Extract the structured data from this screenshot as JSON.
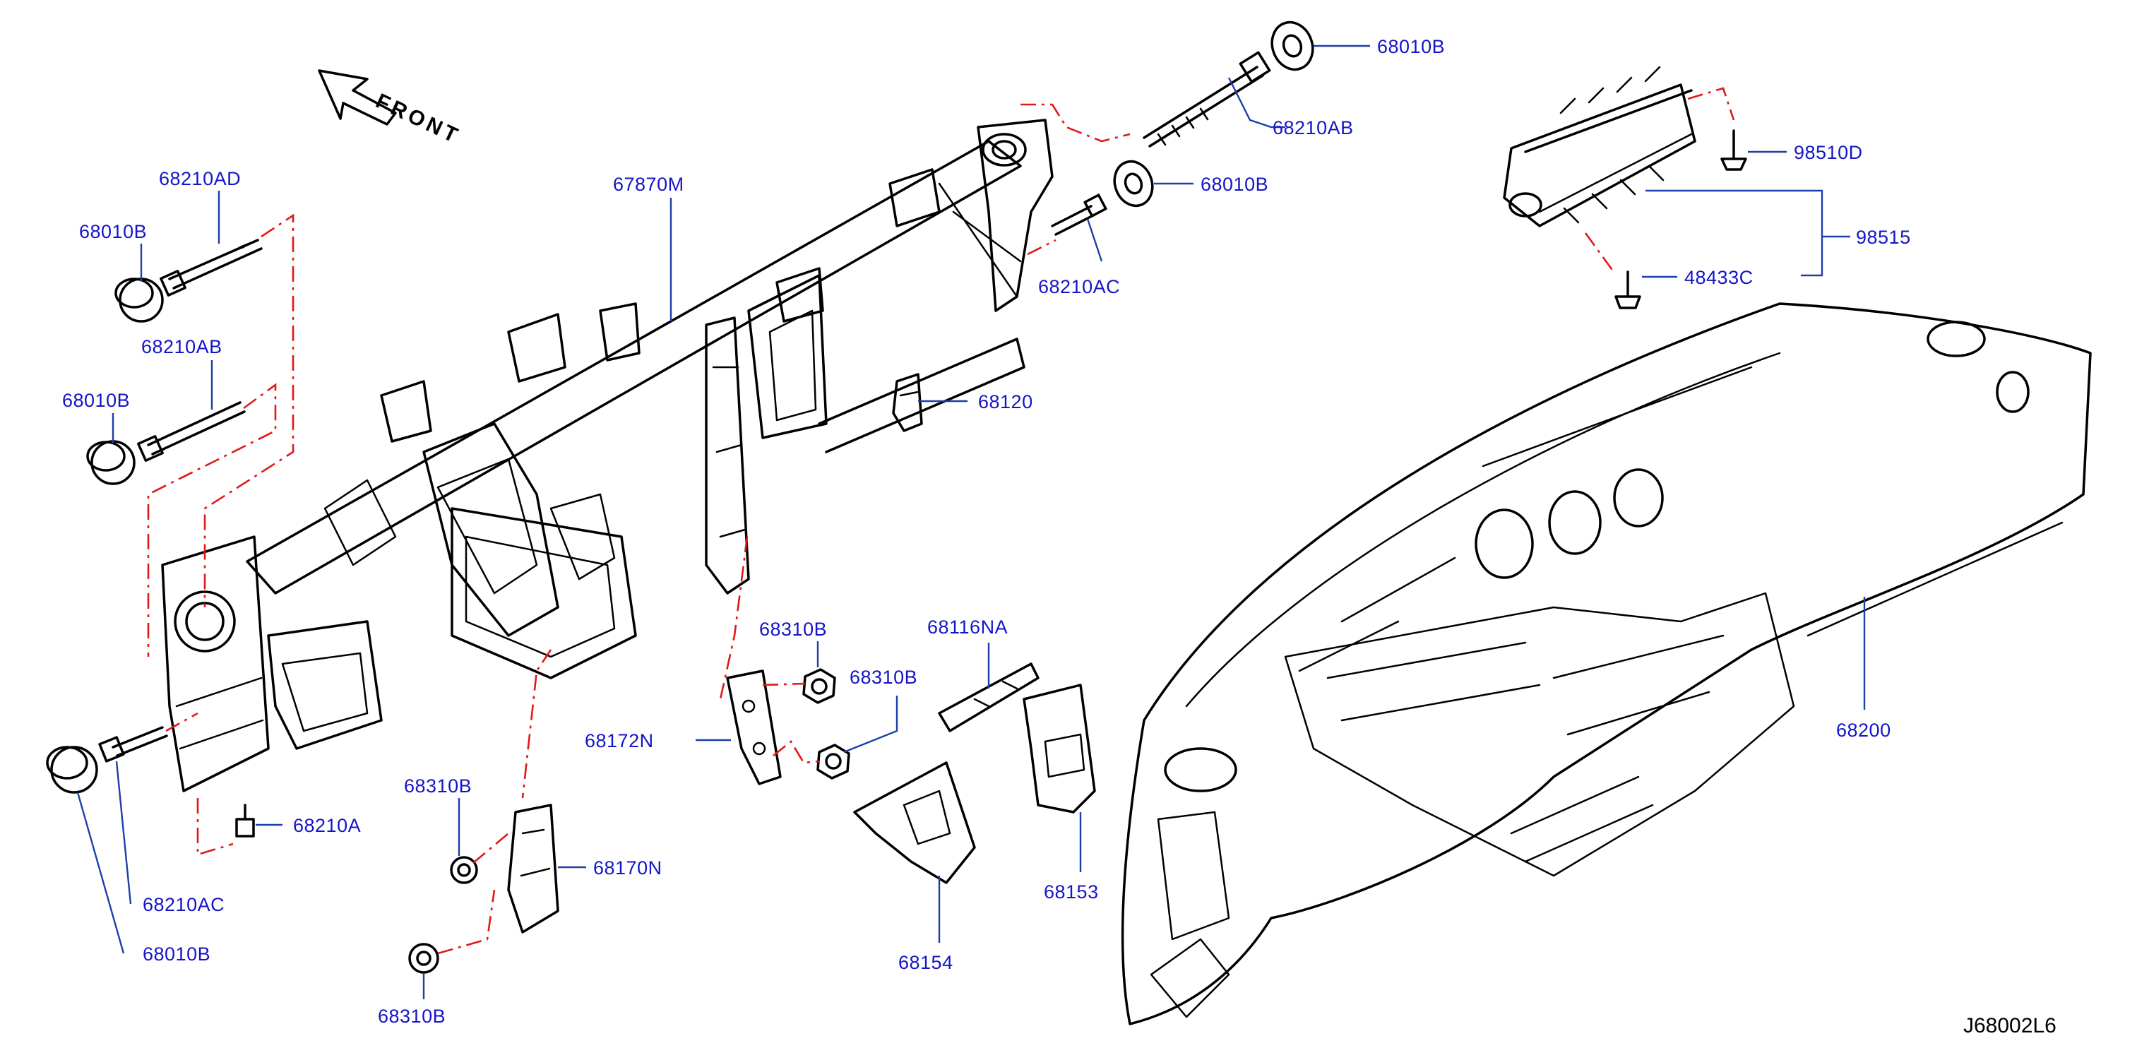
{
  "diagram": {
    "code": "J68002L6",
    "direction_label": "FRONT",
    "colors": {
      "label": "#1515c8",
      "leader": "#1e3fa8",
      "dashed": "#e01818",
      "parts": "#000000"
    },
    "labels": {
      "p68210AD": "68210AD",
      "p68010B_a": "68010B",
      "p68210AB_l": "68210AB",
      "p68010B_b": "68010B",
      "p67870M": "67870M",
      "p68010B_top": "68010B",
      "p68210AB_top": "68210AB",
      "p68010B_mid": "68010B",
      "p68210AC_top": "68210AC",
      "p68120": "68120",
      "p98510D": "98510D",
      "p98515": "98515",
      "p48433C": "48433C",
      "p68310B_a": "68310B",
      "p68116NA": "68116NA",
      "p68310B_b": "68310B",
      "p68172N": "68172N",
      "p68310B_c": "68310B",
      "p68210A": "68210A",
      "p68170N": "68170N",
      "p68210AC_l": "68210AC",
      "p68010B_c": "68010B",
      "p68310B_d": "68310B",
      "p68154": "68154",
      "p68153": "68153",
      "p68200": "68200"
    }
  }
}
